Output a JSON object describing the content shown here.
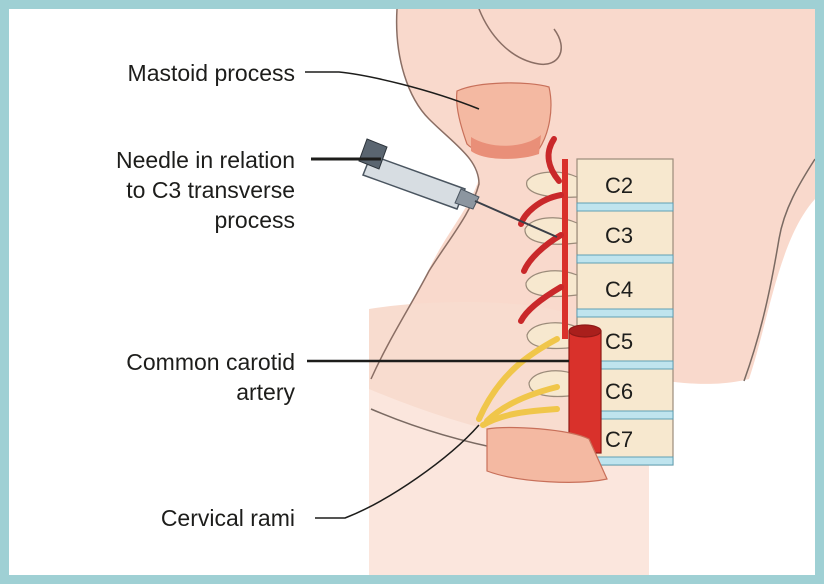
{
  "frame": {
    "border_color": "#9fd0d4"
  },
  "labels": {
    "mastoid": "Mastoid process",
    "needle": [
      "Needle in relation",
      "to C3 transverse",
      "process"
    ],
    "carotid": [
      "Common carotid",
      "artery"
    ],
    "rami": "Cervical rami"
  },
  "vertebrae": [
    "C2",
    "C3",
    "C4",
    "C5",
    "C6",
    "C7"
  ],
  "colors": {
    "skin": "#f9d9cc",
    "bone": "#f7e8cf",
    "disc": "#bfe4ee",
    "artery": "#d9312b",
    "nerve": "#f0c64a",
    "muscle": "#f4b9a2"
  }
}
